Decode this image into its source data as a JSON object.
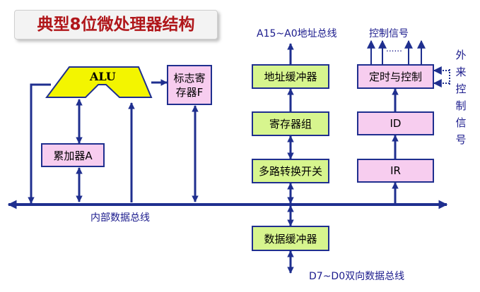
{
  "title": "典型8位微处理器结构",
  "labels": {
    "address_bus": "A15~A0地址总线",
    "control_signals": "控制信号",
    "dots": "......",
    "external_signals": "外来控制信号",
    "internal_bus": "内部数据总线",
    "data_bus": "D7~D0双向数据总线"
  },
  "blocks": {
    "alu": "ALU",
    "flags": "标志寄存器F",
    "accumulator": "累加器A",
    "address_buffer": "地址缓冲器",
    "register_file": "寄存器组",
    "mux": "多路转换开关",
    "data_buffer": "数据缓冲器",
    "timing_control": "定时与控制",
    "id": "ID",
    "ir": "IR"
  },
  "colors": {
    "bus": "#1f2f8f",
    "title_text": "#b0161a",
    "label_text": "#1a1a8c",
    "alu_fill": "#f3f500",
    "green_block": "#d7f58e",
    "pink_block": "#f7cdef"
  }
}
